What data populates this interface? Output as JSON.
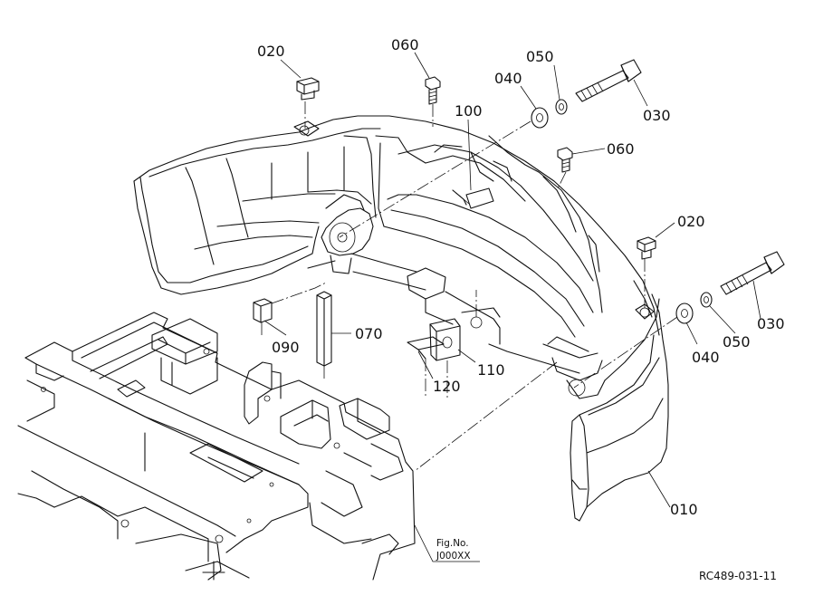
{
  "diagram": {
    "callouts": [
      "020",
      "060",
      "050",
      "040",
      "030",
      "100",
      "060",
      "020",
      "040",
      "050",
      "030",
      "090",
      "070",
      "110",
      "120",
      "010"
    ],
    "figure_ref": {
      "label": "Fig.No.",
      "code": "J000XX"
    },
    "drawing_code": "RC489-031-11"
  }
}
